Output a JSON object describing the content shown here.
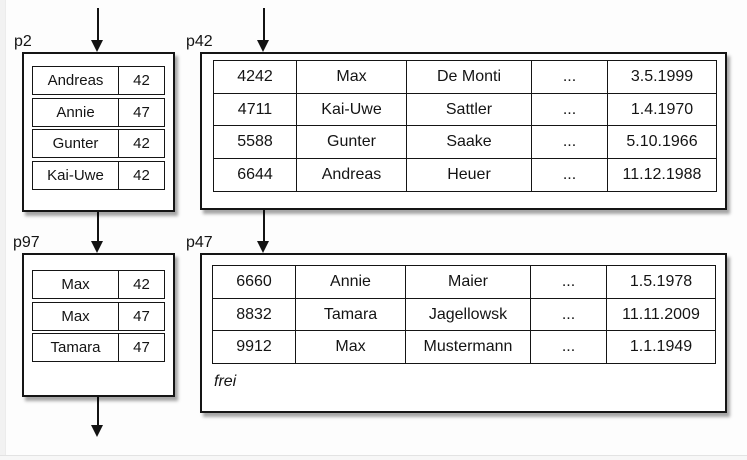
{
  "colors": {
    "ink": "#141414",
    "box_background": "#ffffff",
    "canvas_background": "#fdfdfd"
  },
  "pages": {
    "p2": {
      "label": "p2",
      "rows": [
        [
          "Andreas",
          "42"
        ],
        [
          "Annie",
          "47"
        ],
        [
          "Gunter",
          "42"
        ],
        [
          "Kai-Uwe",
          "42"
        ]
      ]
    },
    "p42": {
      "label": "p42",
      "rows": [
        [
          "4242",
          "Max",
          "De Monti",
          "...",
          "3.5.1999"
        ],
        [
          "4711",
          "Kai-Uwe",
          "Sattler",
          "...",
          "1.4.1970"
        ],
        [
          "5588",
          "Gunter",
          "Saake",
          "...",
          "5.10.1966"
        ],
        [
          "6644",
          "Andreas",
          "Heuer",
          "...",
          "11.12.1988"
        ]
      ]
    },
    "p97": {
      "label": "p97",
      "rows": [
        [
          "Max",
          "42"
        ],
        [
          "Max",
          "47"
        ],
        [
          "Tamara",
          "47"
        ]
      ]
    },
    "p47": {
      "label": "p47",
      "rows": [
        [
          "6660",
          "Annie",
          "Maier",
          "...",
          "1.5.1978"
        ],
        [
          "8832",
          "Tamara",
          "Jagellowsk",
          "...",
          "11.11.2009"
        ],
        [
          "9912",
          "Max",
          "Mustermann",
          "...",
          "1.1.1949"
        ]
      ],
      "footer": "frei"
    }
  }
}
